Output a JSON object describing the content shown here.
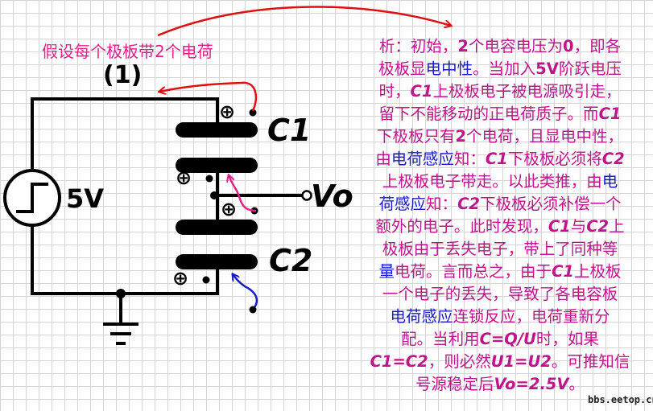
{
  "labels": {
    "assume": "假设每个极板带2个电荷",
    "step": "(1)",
    "source": "5V",
    "c1": "C1",
    "c2": "C2",
    "vo": "Vo",
    "plus": "⊕"
  },
  "analysis": [
    [
      {
        "t": "析：初始，"
      },
      {
        "t": "2",
        "c": "hl"
      },
      {
        "t": "个电容电压为"
      },
      {
        "t": "0",
        "c": "hl"
      },
      {
        "t": "，即各"
      }
    ],
    [
      {
        "t": "极板显"
      },
      {
        "t": "电中性",
        "c": "blue"
      },
      {
        "t": "。当加入"
      },
      {
        "t": "5V",
        "c": "hl"
      },
      {
        "t": "阶跃电压"
      }
    ],
    [
      {
        "t": "时，"
      },
      {
        "t": "C1",
        "c": "it"
      },
      {
        "t": "上极板电子被电源吸引走，"
      }
    ],
    [
      {
        "t": "留下不能移动的正电荷质子。而"
      },
      {
        "t": "C1",
        "c": "it"
      }
    ],
    [
      {
        "t": "下极板只有"
      },
      {
        "t": "2",
        "c": "hl"
      },
      {
        "t": "个电荷，且显电中性，"
      }
    ],
    [
      {
        "t": "由"
      },
      {
        "t": "电荷感应",
        "c": "blue"
      },
      {
        "t": "知："
      },
      {
        "t": "C1",
        "c": "it"
      },
      {
        "t": "下极板必须将"
      },
      {
        "t": "C2",
        "c": "it"
      }
    ],
    [
      {
        "t": "上极板电子带走。以此类推，由"
      },
      {
        "t": "电",
        "c": "blue"
      }
    ],
    [
      {
        "t": "荷感应",
        "c": "blue"
      },
      {
        "t": "知："
      },
      {
        "t": "C2",
        "c": "it"
      },
      {
        "t": "下极板必须补偿一个"
      }
    ],
    [
      {
        "t": "额外的电子。此时发现，"
      },
      {
        "t": "C1",
        "c": "it"
      },
      {
        "t": "与"
      },
      {
        "t": "C2",
        "c": "it"
      },
      {
        "t": "上"
      }
    ],
    [
      {
        "t": "极板由于丢失电子，带上了同种等"
      }
    ],
    [
      {
        "t": "量",
        "c": "blue"
      },
      {
        "t": "电荷。言而总之，由于"
      },
      {
        "t": "C1",
        "c": "it"
      },
      {
        "t": "上极板"
      }
    ],
    [
      {
        "t": "一个电子的丢失，导致了各电容板"
      }
    ],
    [
      {
        "t": "电荷感应",
        "c": "blue"
      },
      {
        "t": "连锁反应，电荷重新分"
      }
    ],
    [
      {
        "t": "配。当利用"
      },
      {
        "t": "C=Q/U",
        "c": "it"
      },
      {
        "t": "时，如果"
      }
    ],
    [
      {
        "t": "C1=C2",
        "c": "it"
      },
      {
        "t": "，则必然"
      },
      {
        "t": "U1=U2",
        "c": "it"
      },
      {
        "t": "。可推知信"
      }
    ],
    [
      {
        "t": "号源稳定后"
      },
      {
        "t": "Vo=2.5V",
        "c": "it"
      },
      {
        "t": "。"
      }
    ]
  ],
  "watermark": "bbs.eetop.cn",
  "colors": {
    "wire": "#000000",
    "arrow_red": "#dd1111",
    "arrow_magenta": "#e0228a",
    "arrow_blue": "#1a1acc",
    "text_magenta": "#c0148c",
    "text_blue": "#1a1acc"
  }
}
